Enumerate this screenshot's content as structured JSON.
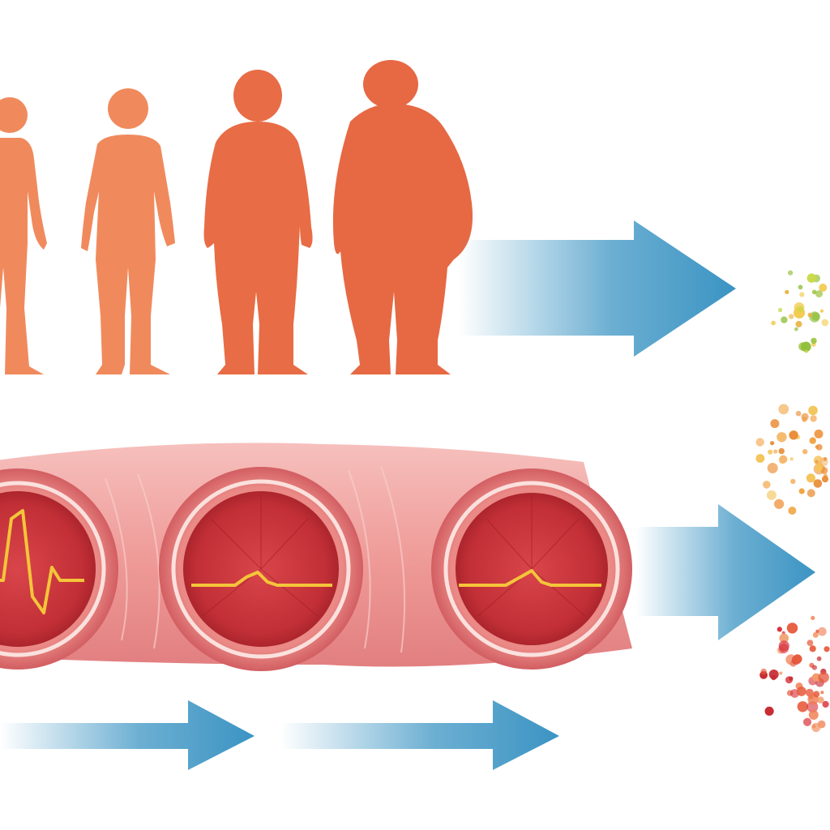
{
  "colors": {
    "background": "#ffffff",
    "figure_light": "#f0895c",
    "figure_dark": "#e66a44",
    "vessel_wall": "#f1a2a0",
    "vessel_wall_dark": "#e27f80",
    "lumen": "#c8323a",
    "lumen_dark": "#a72229",
    "ecg_line": "#f4c53a",
    "arrow": "#3b94c3"
  },
  "icons": {
    "figures": [
      "slim-person-icon",
      "average-person-icon",
      "overweight-person-icon",
      "obese-person-icon"
    ],
    "vessels": [
      "artery-cross-section-icon",
      "artery-cross-section-icon",
      "artery-cross-section-icon"
    ],
    "particles": [
      "green-yellow-particle-cluster",
      "orange-particle-cluster",
      "red-particle-cluster"
    ]
  },
  "diagram": {
    "figure_count": 4,
    "vessel_count": 3,
    "arrow_count": 4,
    "particle_cluster_count": 3
  }
}
